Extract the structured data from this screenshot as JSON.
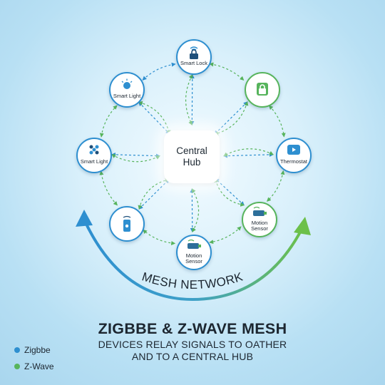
{
  "hub": {
    "label": "Central\nHub"
  },
  "nodes": [
    {
      "id": "n1",
      "label": "Smart Lock",
      "icon": "lock-wifi-icon",
      "color": "#2e8fd0"
    },
    {
      "id": "n2",
      "label": "",
      "icon": "lock-icon",
      "color": "#57b45c"
    },
    {
      "id": "n3",
      "label": "Thermostat",
      "icon": "thermostat-play-icon",
      "color": "#2e8fd0"
    },
    {
      "id": "n4",
      "label": "Motion\nSensor",
      "icon": "motion-sensor-icon",
      "color": "#57b45c"
    },
    {
      "id": "n5",
      "label": "Motion\nSensor",
      "icon": "motion-sensor-icon",
      "color": "#2e8fd0"
    },
    {
      "id": "n6",
      "label": "",
      "icon": "remote-icon",
      "color": "#2e8fd0"
    },
    {
      "id": "n7",
      "label": "Smart Light",
      "icon": "grid-light-icon",
      "color": "#2e8fd0"
    },
    {
      "id": "n8",
      "label": "Smart Light",
      "icon": "bulb-icon",
      "color": "#2e8fd0"
    }
  ],
  "arc_label": "MESH NETWORK",
  "title": "ZIGBBE & Z-WAVE MESH",
  "subtitle_line1": "DEVICES RELAY SIGNALS TO OATHER",
  "subtitle_line2": "AND TO A CENTRAL HUB",
  "legend": [
    {
      "label": "Zigbbe",
      "color": "#2e8fd0"
    },
    {
      "label": "Z-Wave",
      "color": "#57b45c"
    }
  ],
  "colors": {
    "zigbee": "#2e8fd0",
    "zwave": "#57b45c"
  }
}
